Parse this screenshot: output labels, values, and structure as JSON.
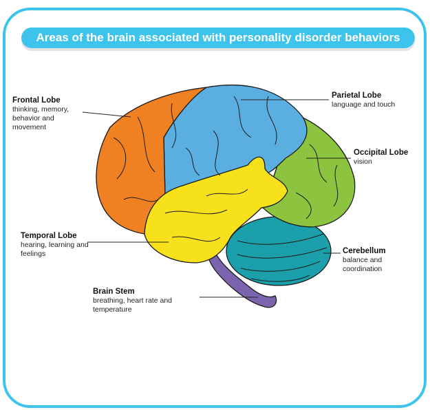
{
  "title": "Areas of the brain associated with personality disorder behaviors",
  "colors": {
    "border": "#3ec3ec",
    "frontal": "#f08123",
    "parietal": "#5aaee0",
    "occipital": "#8cc43f",
    "temporal": "#f7e11a",
    "cerebellum": "#1a9fab",
    "brain_stem": "#7b64ad"
  },
  "labels": {
    "frontal": {
      "name": "Frontal Lobe",
      "desc": "thinking, memory, behavior and movement"
    },
    "parietal": {
      "name": "Parietal Lobe",
      "desc": "language and touch"
    },
    "occipital": {
      "name": "Occipital Lobe",
      "desc": "vision"
    },
    "temporal": {
      "name": "Temporal Lobe",
      "desc": "hearing, learning and feelings"
    },
    "cerebellum": {
      "name": "Cerebellum",
      "desc": "balance and coordination"
    },
    "brain_stem": {
      "name": "Brain Stem",
      "desc": "breathing, heart rate and temperature"
    }
  }
}
